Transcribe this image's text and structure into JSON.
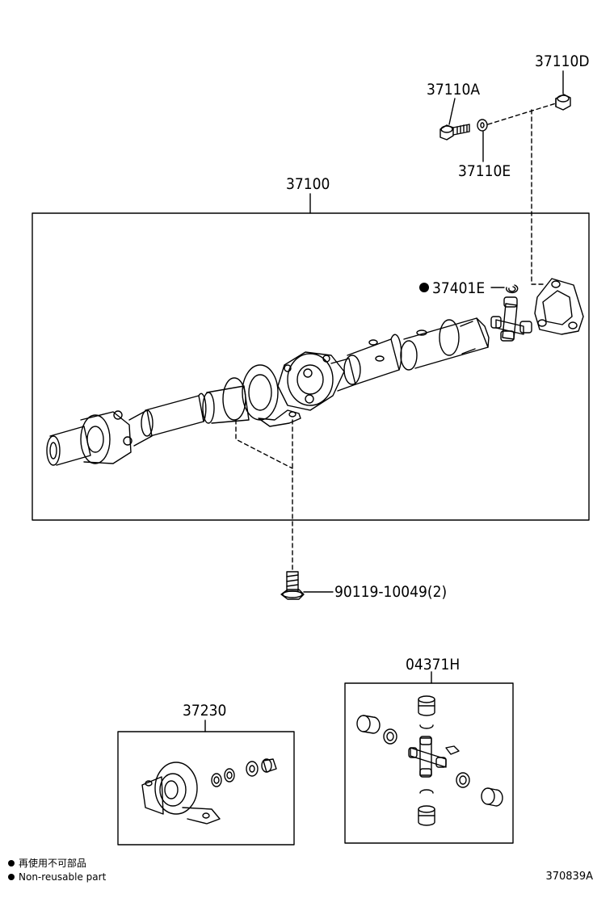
{
  "labels": {
    "p37110D": "37110D",
    "p37110A": "37110A",
    "p37110E": "37110E",
    "p37100": "37100",
    "p37401E": "37401E",
    "p90119": "90119-10049(2)",
    "p04371H": "04371H",
    "p37230": "37230"
  },
  "legend": {
    "zh": "再使用不可部品",
    "en": "Non-reusable part"
  },
  "ref_code": "370839A"
}
